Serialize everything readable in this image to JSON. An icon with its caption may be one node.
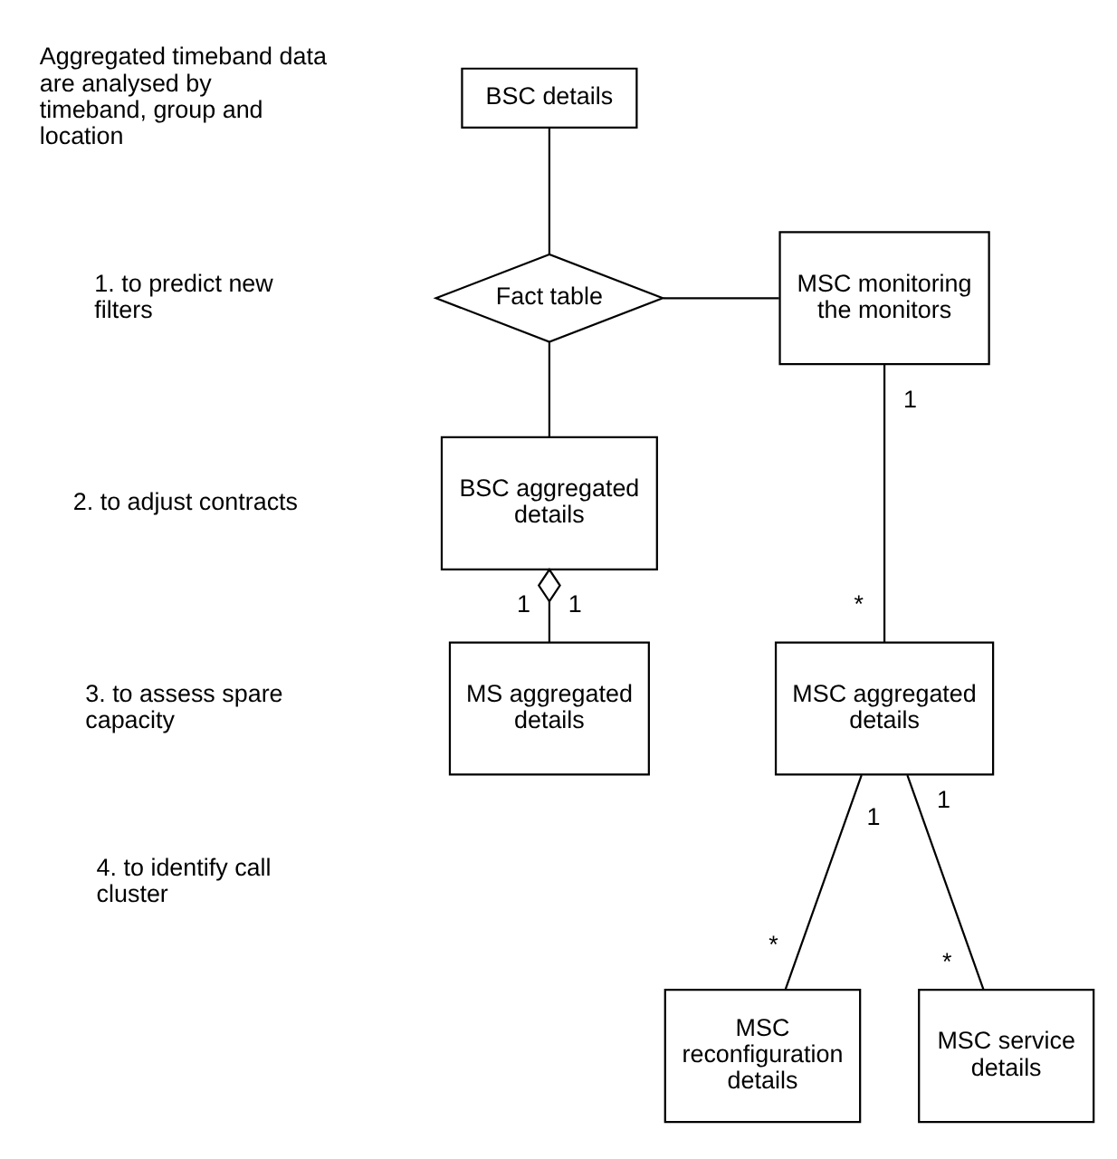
{
  "diagram": {
    "nodes": [
      {
        "text": [
          "BSC details"
        ]
      },
      {
        "text": [
          "Fact table"
        ]
      },
      {
        "text": [
          "MSC monitoring the monitors"
        ]
      },
      {
        "text": [
          "BSC aggregated details"
        ]
      },
      {
        "text": [
          "MS aggregated details"
        ]
      },
      {
        "text": [
          "MSC aggregated details"
        ]
      },
      {
        "text": [
          "MSC reconfiguration details"
        ]
      },
      {
        "text": [
          "MSC service details"
        ]
      }
    ],
    "edges": [
      {
        "from": 0,
        "to": 1,
        "arrow": "none"
      },
      {
        "from": 1,
        "to": 2,
        "arrow": "none"
      },
      {
        "from": 1,
        "to": 3,
        "arrow": "none"
      },
      {
        "from": 3,
        "to": 4,
        "arrow": "other"
      },
      {
        "from": 2,
        "to": 5,
        "arrow": "none"
      },
      {
        "from": 5,
        "to": 6,
        "arrow": "none"
      },
      {
        "from": 5,
        "to": 7,
        "arrow": "none"
      }
    ],
    "labels": [
      "Aggregated timeband data are analysed by timeband, group and location",
      "1. to predict new filters",
      "2. to adjust contracts",
      "3. to assess spare capacity",
      "4. to identify call cluster",
      "1",
      "1",
      "1",
      "*",
      "1",
      "*",
      "1",
      "*"
    ]
  }
}
